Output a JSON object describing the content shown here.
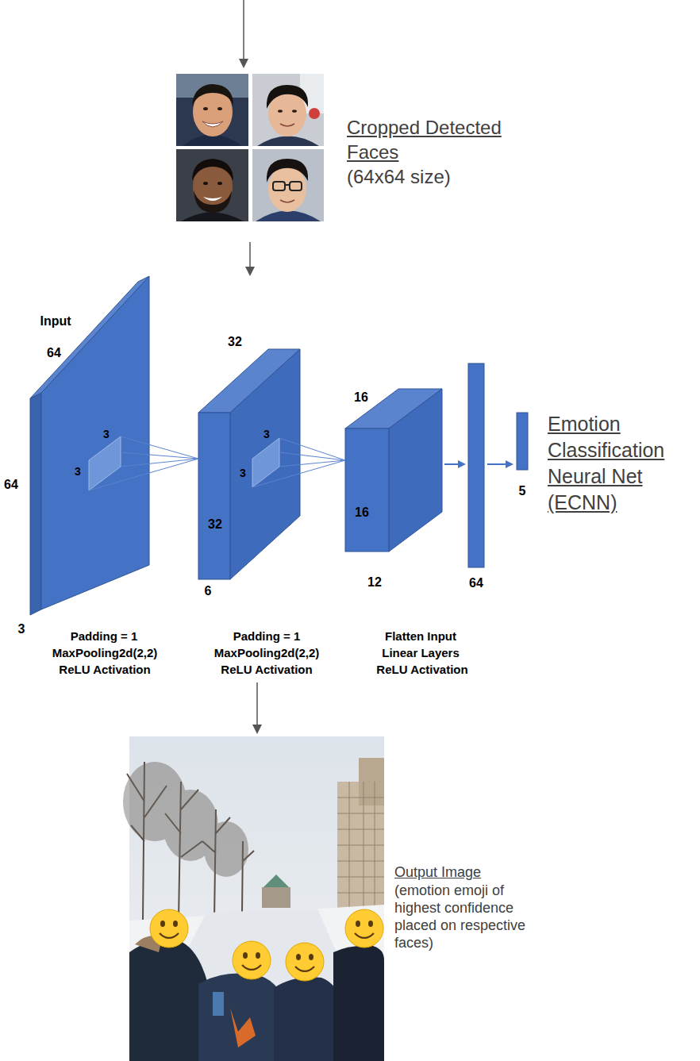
{
  "diagram": {
    "nodes": [
      {
        "text": [
          "Cropped Detected Faces",
          "(64x64 size)"
        ]
      },
      {
        "text": [
          "Emotion Classification Neural Net (ECNN)"
        ]
      },
      {
        "text": [
          "Output Image",
          "(emotion emoji of highest confidence placed on respective faces)"
        ]
      }
    ],
    "edges": [
      {
        "from": 0,
        "to": 1,
        "arrow": "to"
      },
      {
        "from": 1,
        "to": 2,
        "arrow": "to"
      }
    ],
    "labels": [
      "Input",
      "64",
      "64",
      "3",
      "3",
      "3",
      "32",
      "32",
      "6",
      "3",
      "3",
      "16",
      "16",
      "12",
      "64",
      "5",
      "Padding = 1",
      "MaxPooling2d(2,2)",
      "ReLU Activation",
      "Padding = 1",
      "MaxPooling2d(2,2)",
      "ReLU Activation",
      "Flatten Input",
      "Linear Layers",
      "ReLU Activation"
    ]
  }
}
